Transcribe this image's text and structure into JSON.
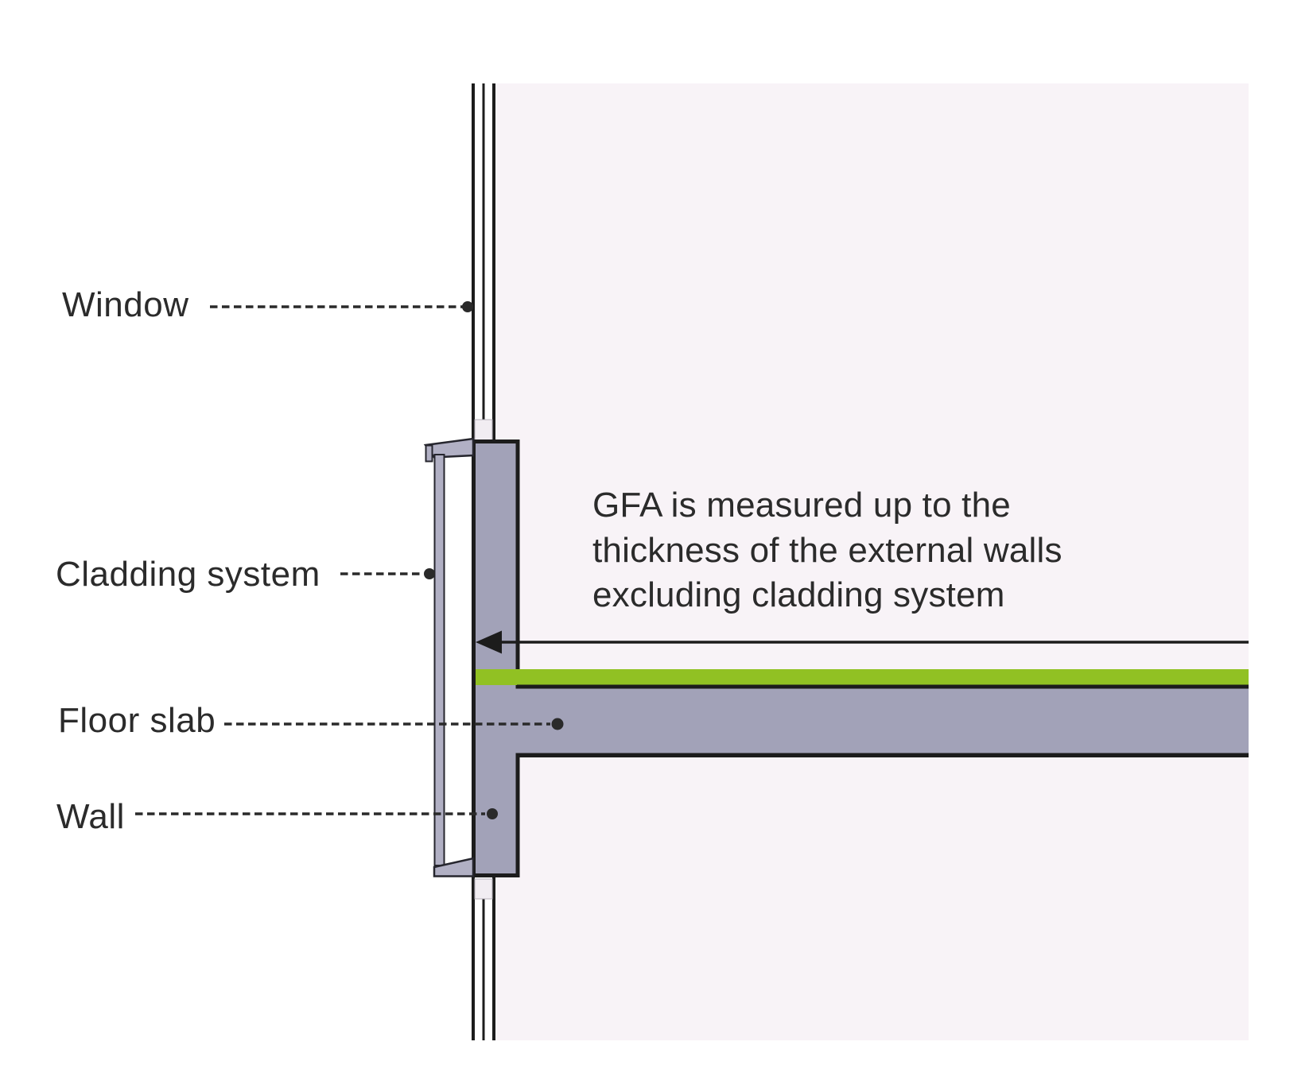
{
  "diagram": {
    "labels": {
      "window": "Window",
      "cladding_system": "Cladding system",
      "floor_slab": "Floor slab",
      "wall": "Wall"
    },
    "annotation": {
      "lines": [
        "GFA is measured up to the",
        "thickness of the external walls",
        "excluding cladding system"
      ]
    },
    "icons": {
      "gfa_extent_arrow": "left-arrow"
    },
    "colors": {
      "background": "#ffffff",
      "interior_fill": "#f8f3f7",
      "structure_fill": "#a2a2b8",
      "cladding_fill": "#b1b0c4",
      "gfa_line_green": "#91c123",
      "outline": "#1c1c1c",
      "text": "#2b2b2b",
      "leader": "#2a2a2a",
      "junction_fill": "#f1edf2"
    }
  }
}
